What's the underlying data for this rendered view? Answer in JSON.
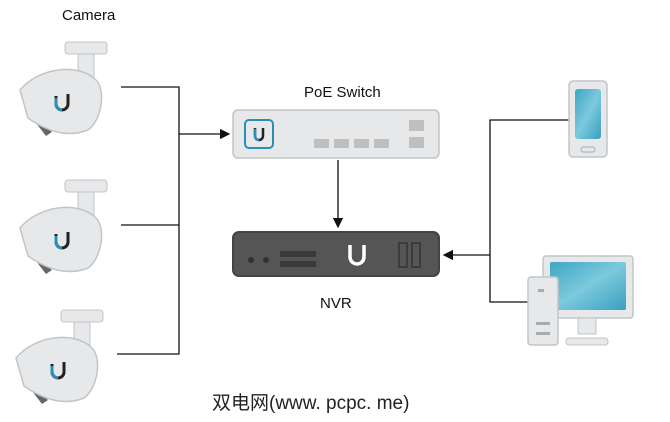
{
  "labels": {
    "camera": "Camera",
    "switch": "PoE Switch",
    "nvr": "NVR",
    "watermark": "双电网(www. pcpc. me)"
  },
  "nodes": [
    {
      "id": "camera-1",
      "type": "camera"
    },
    {
      "id": "camera-2",
      "type": "camera"
    },
    {
      "id": "camera-3",
      "type": "camera"
    },
    {
      "id": "poe-switch",
      "type": "switch"
    },
    {
      "id": "nvr",
      "type": "nvr"
    },
    {
      "id": "phone",
      "type": "smartphone"
    },
    {
      "id": "desktop",
      "type": "desktop-computer"
    }
  ],
  "edges": [
    {
      "from": "camera-1",
      "to": "poe-switch"
    },
    {
      "from": "camera-2",
      "to": "poe-switch"
    },
    {
      "from": "camera-3",
      "to": "poe-switch"
    },
    {
      "from": "poe-switch",
      "to": "nvr"
    },
    {
      "from": "phone",
      "to": "nvr"
    },
    {
      "from": "desktop",
      "to": "nvr"
    }
  ],
  "colors": {
    "device_light": "#e6e8ea",
    "device_border": "#c2c5c8",
    "nvr_body": "#555555",
    "screen": "#4fb3cc",
    "accent": "#2a8fb8",
    "line": "#111111"
  }
}
